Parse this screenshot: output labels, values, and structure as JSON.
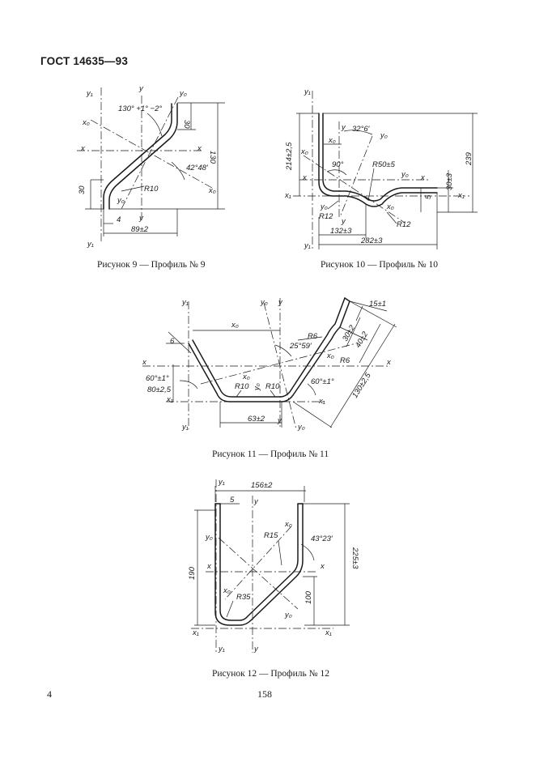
{
  "header": {
    "title": "ГОСТ 14635—93"
  },
  "footer": {
    "page_left": "4",
    "page_center": "158"
  },
  "figures": [
    {
      "caption": "Рисунок 9 — Профиль № 9",
      "labels": {
        "y1_top": "y₁",
        "y_top": "y",
        "y0_top": "y₀",
        "angle1": "130° +1° −2°",
        "x0_left": "x₀",
        "x_left": "x",
        "dim30_top": "30",
        "dim130": "130",
        "angle2": "42°48′",
        "x_right": "x",
        "x0_right": "x₀",
        "r10": "R10",
        "y0_bottom": "y₀",
        "dim30_left": "30",
        "dim4": "4",
        "y_bottom": "y",
        "dim89": "89±2",
        "y1_bottom": "y₁"
      }
    },
    {
      "caption": "Рисунок 10 — Профиль № 10",
      "labels": {
        "y1_top": "y₁",
        "y_top": "y",
        "angle1": "32°6′",
        "y0_top": "y₀",
        "dim214": "214±2,5",
        "x0_left": "x₀",
        "angle90": "90°",
        "r50": "R50±5",
        "x_left": "x",
        "dim239": "239",
        "y0_right": "y₀",
        "x_right": "x",
        "dim30": "30±3",
        "dim5": "5",
        "x1_left": "x₁",
        "x1_right": "x₁",
        "y0_bottom": "y₀",
        "r12_left": "R12",
        "y_bottom": "y",
        "x0_right": "x₀",
        "r12_right": "R12",
        "dim132": "132±3",
        "dim282": "282±3",
        "y1_bottom": "y₁"
      }
    },
    {
      "caption": "Рисунок 11 — Профиль № 11",
      "labels": {
        "y1_top": "y₁",
        "y0_top": "y₀",
        "y_top": "y",
        "dim15": "15±1",
        "dim6": "6",
        "x0_top": "x₀",
        "r6_top": "R6",
        "dim30": "30±2",
        "dim40": "40±2",
        "angle25": "25°59′",
        "x0_right": "x₀",
        "r6_right": "R6",
        "x_left": "x",
        "x_right": "x",
        "x0_middle": "x₀",
        "angle60_left": "60°±1°",
        "dim80": "80±2,5",
        "r10_left": "R10",
        "y0_middle": "y₀",
        "r10_right": "R10",
        "angle60_right": "60°±1°",
        "dim130": "130±2,5",
        "x1_left": "x₁",
        "x1_right": "x₁",
        "y1_bottom": "y₁",
        "dim63": "63±2",
        "y_bottom": "y",
        "y0_bottom": "y₀"
      }
    },
    {
      "caption": "Рисунок 12 — Профиль № 12",
      "labels": {
        "dim156": "156±2",
        "y1_top": "y₁",
        "dim5": "5",
        "y_top": "y",
        "x0_top": "x₀",
        "y0_left": "y₀",
        "r15": "R15",
        "angle43": "43°23′",
        "dim225": "225±3",
        "dim190": "190",
        "x_left": "x",
        "x_right": "x",
        "x0_bottom": "x₀",
        "r35": "R35",
        "dim100": "100",
        "y0_bottom": "y₀",
        "x1_left": "x₁",
        "x1_right": "x₁",
        "y1_bottom": "y₁",
        "y_bottom": "y"
      }
    }
  ]
}
